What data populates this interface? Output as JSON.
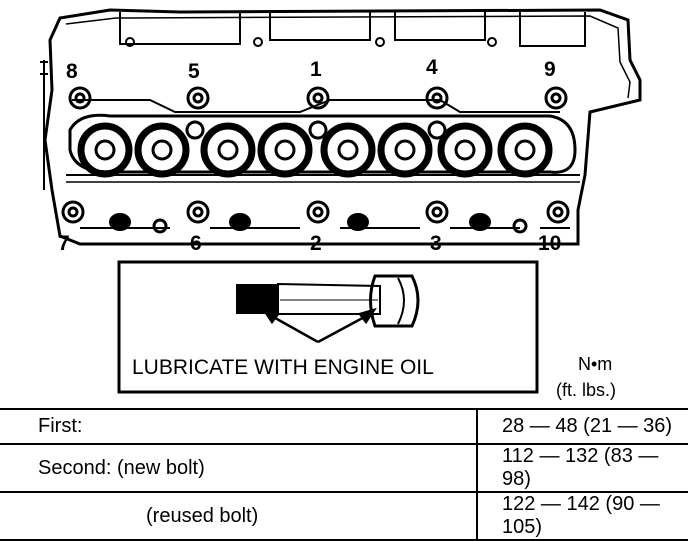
{
  "bolt_numbers": {
    "b1": "1",
    "b2": "2",
    "b3": "3",
    "b4": "4",
    "b5": "5",
    "b6": "6",
    "b7": "7",
    "b8": "8",
    "b9": "9",
    "b10": "10"
  },
  "lubricate_label": "LUBRICATE WITH ENGINE OIL",
  "units": {
    "metric": "N•m",
    "imperial": "(ft. lbs.)"
  },
  "torque_table": {
    "rows": [
      {
        "label": "First:",
        "value": "28 — 48 (21 — 36)"
      },
      {
        "label": "Second: (new bolt)",
        "value": "112 — 132 (83 — 98)"
      },
      {
        "label": "(reused bolt)",
        "value": "122 — 142 (90 — 105)"
      }
    ]
  }
}
